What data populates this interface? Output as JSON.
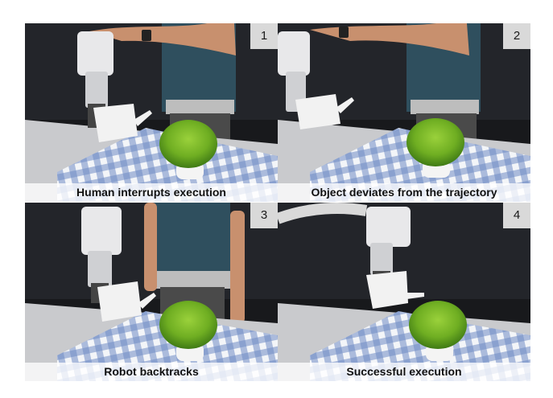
{
  "panels": [
    {
      "number": "1",
      "caption": "Human interrupts execution"
    },
    {
      "number": "2",
      "caption": "Object deviates from the trajectory"
    },
    {
      "number": "3",
      "caption": "Robot backtracks"
    },
    {
      "number": "4",
      "caption": "Successful execution"
    }
  ]
}
